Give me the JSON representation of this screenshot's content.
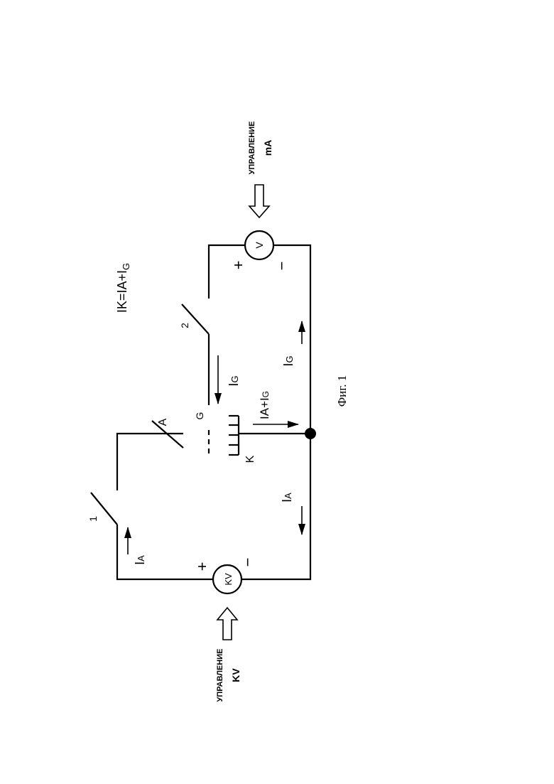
{
  "formula": {
    "main": "IK=IA+I",
    "sub": "G"
  },
  "labels": {
    "switch1": "1",
    "switch2": "2",
    "anode": "A",
    "grid": "G",
    "cathode": "K",
    "plus": "+",
    "minus": "−",
    "figure": "Фиг. 1"
  },
  "sources": {
    "kv_symbol": "KV",
    "v_symbol": "V",
    "kv_control": {
      "line1": "УПРАВЛЕНИЕ",
      "line2": "KV"
    },
    "ma_control": {
      "line1": "УПРАВЛЕНИЕ",
      "line2": "mA"
    }
  },
  "currents": {
    "ia": {
      "main": "I",
      "sub": "A"
    },
    "ig": {
      "main": "I",
      "sub": "G"
    },
    "iaig": {
      "main": "IA+I",
      "sub": "G"
    }
  },
  "icons": [
    "voltmeter-kv",
    "voltmeter-v",
    "hollow-arrow",
    "current-arrow",
    "junction-dot"
  ]
}
